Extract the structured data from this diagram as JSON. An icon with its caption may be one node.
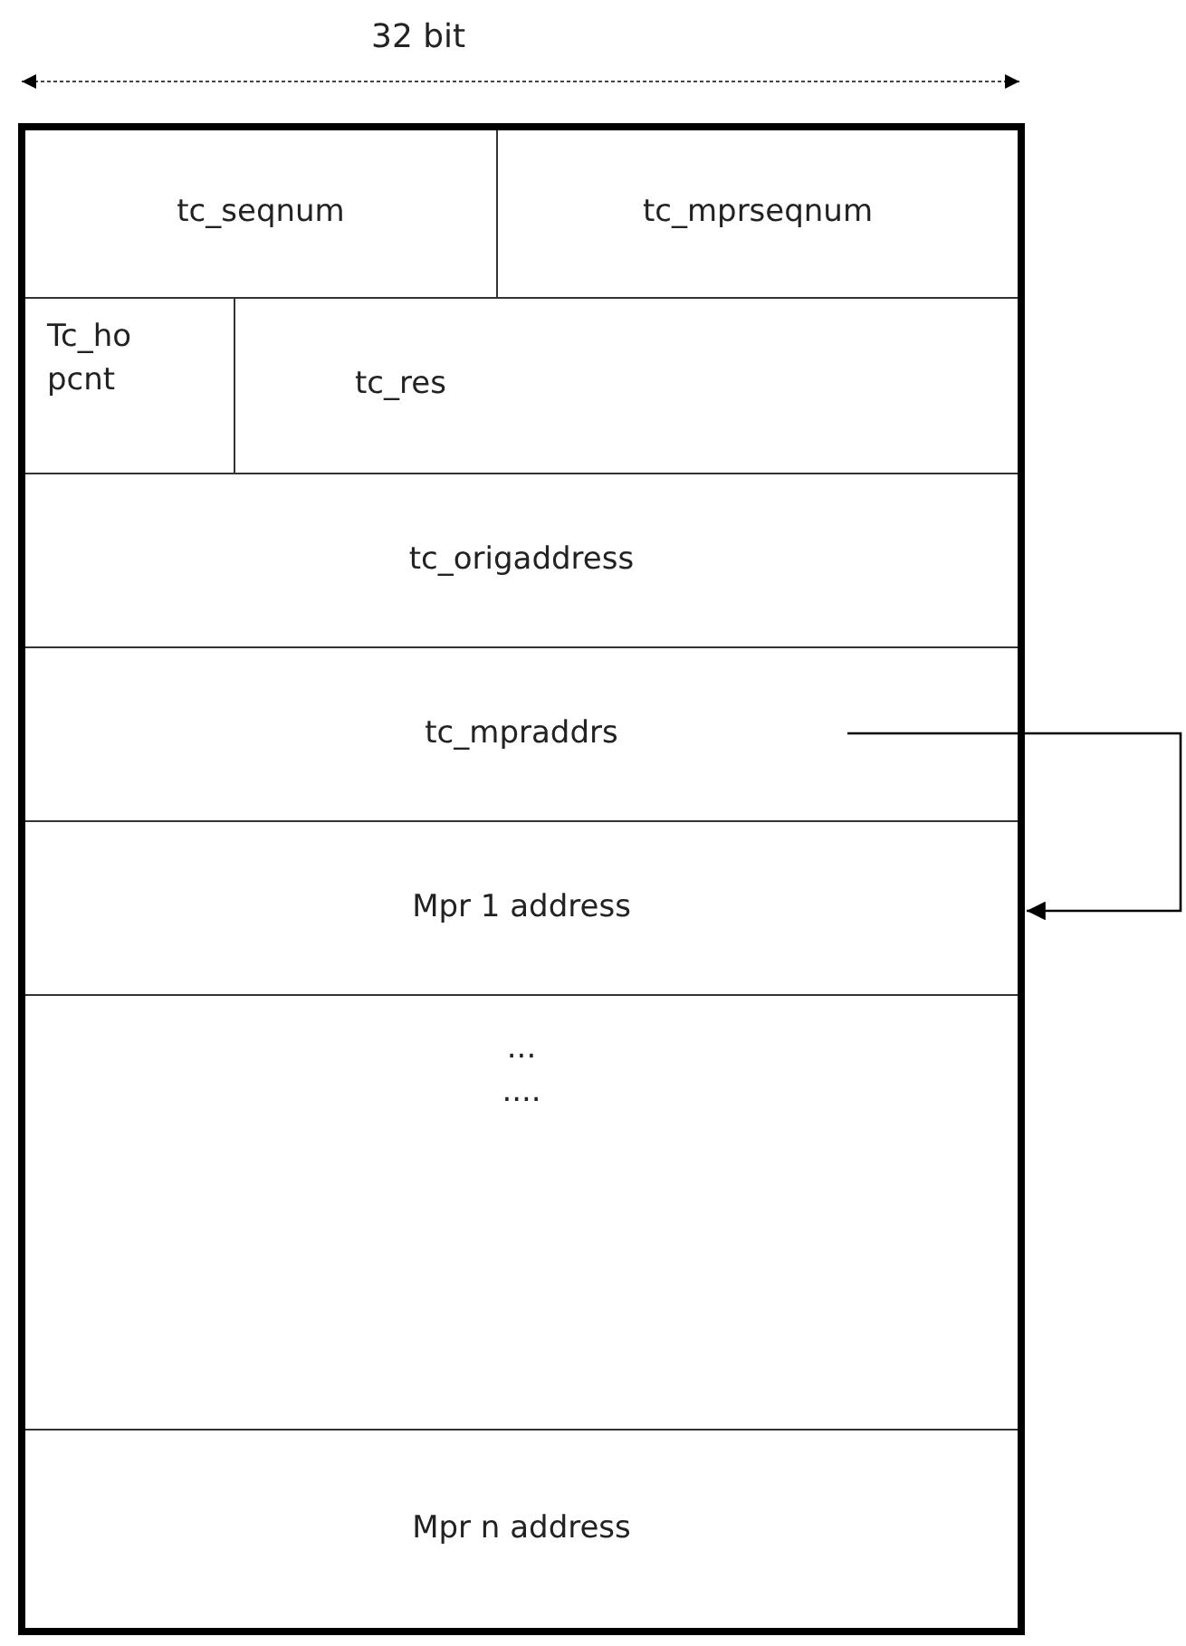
{
  "diagram": {
    "nodes": [
      {
        "text": [],
        "shape": "box"
      },
      {
        "text": [
          "tc_seqnum"
        ],
        "in": 0
      },
      {
        "text": [
          "tc_mprseqnum"
        ],
        "in": 0
      },
      {
        "text": [
          "Tc_ho pcnt"
        ],
        "in": 0
      },
      {
        "text": [
          "tc_res"
        ],
        "in": 0
      },
      {
        "text": [
          "tc_origaddress"
        ],
        "in": 0
      },
      {
        "text": [
          "tc_mpraddrs"
        ],
        "in": 0
      },
      {
        "text": [
          "Mpr 1 address"
        ],
        "in": 0
      },
      {
        "text": [
          "...",
          "...."
        ],
        "in": 0
      },
      {
        "text": [
          "Mpr n address"
        ],
        "in": 0
      }
    ],
    "edges": [
      {
        "from": 6,
        "to": 7,
        "arrow": "to"
      }
    ],
    "labels": [
      "32 bit"
    ]
  }
}
